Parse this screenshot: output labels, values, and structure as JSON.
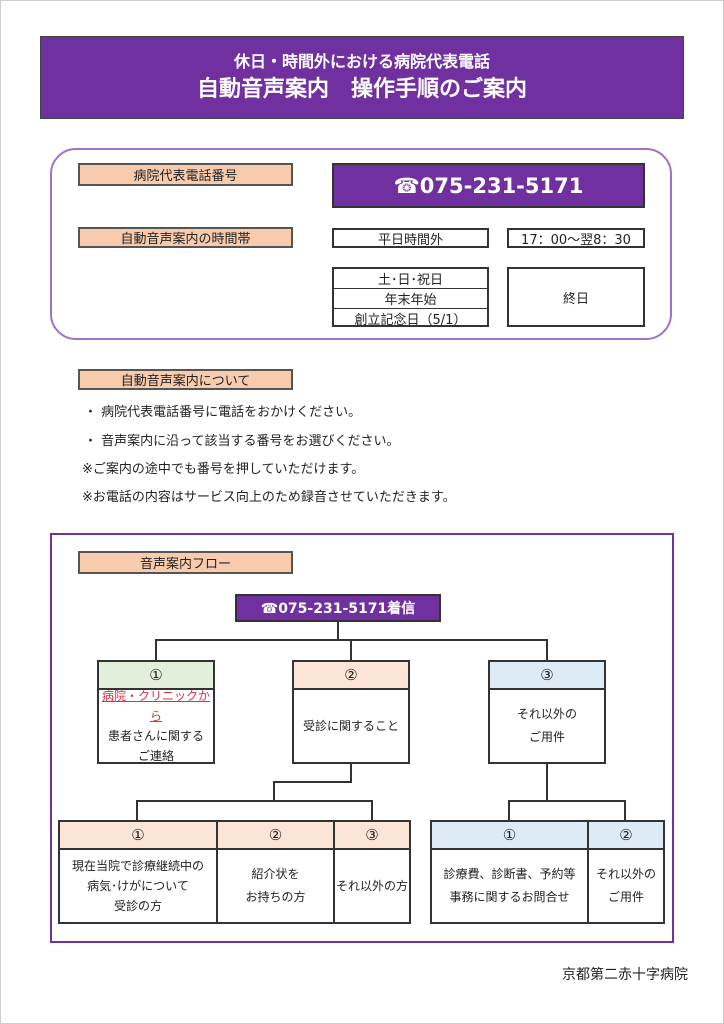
{
  "header": {
    "line1": "休日・時間外における病院代表電話",
    "line2": "自動音声案内　操作手順のご案内"
  },
  "info": {
    "phone_label": "病院代表電話番号",
    "phone_icon": "phone-icon",
    "phone_number": "☎075-231-5171",
    "hours_label": "自動音声案内の時間帯",
    "weekday": "平日時間外",
    "weekday_hours": "17：00～翌8：30",
    "holidays": [
      "土･日･祝日",
      "年末年始",
      "創立記念日（5/1）"
    ],
    "holiday_hours": "終日"
  },
  "about": {
    "label": "自動音声案内について",
    "bullets": [
      "・ 病院代表電話番号に電話をおかけください。",
      "・ 音声案内に沿って該当する番号をお選びください。"
    ],
    "notes": [
      "※ご案内の途中でも番号を押していただけます。",
      "※お電話の内容はサービス向上のため録音させていただきます。"
    ]
  },
  "flow": {
    "label": "音声案内フロー",
    "incoming": "☎075-231-5171着信",
    "level1": [
      {
        "num": "①",
        "lines": [
          "病院・クリニックから",
          "患者さんに関する",
          "ご連絡"
        ]
      },
      {
        "num": "②",
        "lines": [
          "受診に関すること"
        ]
      },
      {
        "num": "③",
        "lines": [
          "それ以外の",
          "ご用件"
        ]
      }
    ],
    "sub2": [
      {
        "num": "①",
        "lines": [
          "現在当院で診療継続中の",
          "病気･けがについて",
          "受診の方"
        ]
      },
      {
        "num": "②",
        "lines": [
          "紹介状を",
          "お持ちの方"
        ]
      },
      {
        "num": "③",
        "lines": [
          "それ以外の方"
        ]
      }
    ],
    "sub3": [
      {
        "num": "①",
        "lines": [
          "診療費、診断書、予約等",
          "事務に関するお問合せ"
        ]
      },
      {
        "num": "②",
        "lines": [
          "それ以外の",
          "ご用件"
        ]
      }
    ]
  },
  "footer": "京都第二赤十字病院"
}
